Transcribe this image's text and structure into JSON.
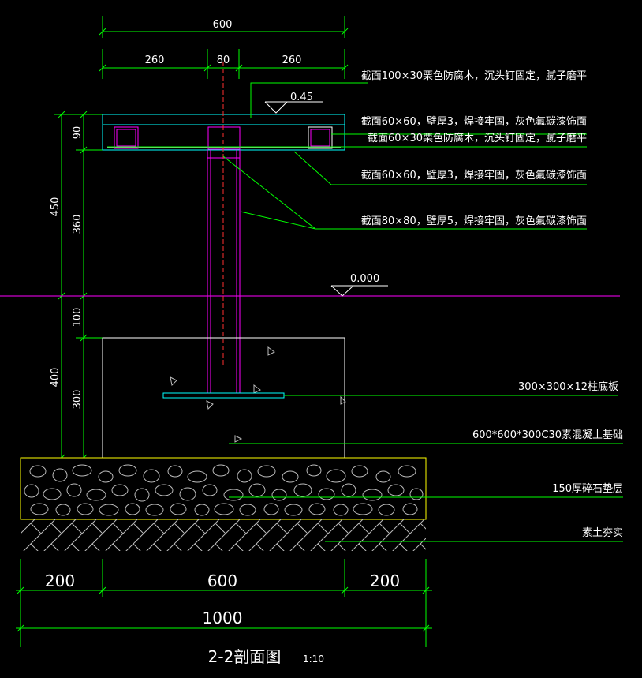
{
  "dimensions_top": {
    "overall": "600",
    "left": "260",
    "middle": "80",
    "right": "260"
  },
  "dimensions_left": {
    "total_upper": "450",
    "beam": "90",
    "column": "360",
    "above_grade": "100",
    "total_lower": "400",
    "footing": "300"
  },
  "dimensions_bottom": {
    "left": "200",
    "middle": "600",
    "right": "200",
    "overall": "1000"
  },
  "elevations": {
    "top": "0.45",
    "ground": "0.000"
  },
  "annotations": {
    "top_plank": "截面100×30栗色防腐木，沉头钉固定，腻子磨平",
    "tube_60": "截面60×60，壁厚3，焊接牢固，灰色氟碳漆饰面",
    "wood_60x30": "截面60×30栗色防腐木，沉头钉固定，腻子磨平",
    "tube_60_b": "截面60×60，壁厚3，焊接牢固，灰色氟碳漆饰面",
    "tube_80": "截面80×80，壁厚5，焊接牢固，灰色氟碳漆饰面",
    "base_plate": "300×300×12柱底板",
    "foundation": "600*600*300C30素混凝土基础",
    "gravel": "150厚碎石垫层",
    "soil": "素土夯实"
  },
  "title": {
    "name": "2-2剖面图",
    "scale": "1:10"
  },
  "colors": {
    "background": "#000000",
    "dimension": "#00ff00",
    "steel": "#ff00ff",
    "wood": "#00ffff",
    "outline": "#ffff00",
    "axis": "#ff3030"
  }
}
